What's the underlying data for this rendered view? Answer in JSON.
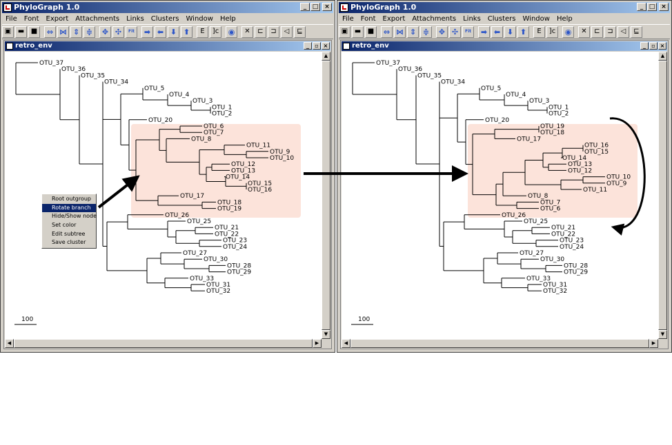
{
  "app_title": "PhyloGraph 1.0",
  "menus": [
    "File",
    "Font",
    "Export",
    "Attachments",
    "Links",
    "Clusters",
    "Window",
    "Help"
  ],
  "toolbar_icons": [
    "new-icon",
    "open-icon",
    "save-icon",
    "expand-horizontal-icon",
    "compress-horizontal-icon",
    "expand-vertical-icon",
    "compress-vertical-icon",
    "move-icon",
    "collapse-icon",
    "fit-icon",
    "arrow-right-icon",
    "arrow-left-icon",
    "arrow-down-icon",
    "arrow-up-icon",
    "edit-icon",
    "bracket-icon",
    "globe-icon",
    "cut-icon",
    "tree-right-icon",
    "tree-flag-icon",
    "triangle-left-icon",
    "tree-left-icon"
  ],
  "toolbar_fit_label": "Fit",
  "subwindow_title": "retro_env",
  "scale_label": "100",
  "highlight_color": "#fce3da",
  "context_menu": {
    "items": [
      "Root outgroup",
      "Rotate branch",
      "Hide/Show node",
      "Set color",
      "Edit subtree",
      "Save cluster"
    ],
    "selected": "Rotate branch"
  },
  "left_tree": {
    "labels": [
      "OTU_37",
      "OTU_36",
      "OTU_35",
      "OTU_34",
      "OTU_5",
      "OTU_4",
      "OTU_3",
      "OTU_1",
      "OTU_2",
      "OTU_20",
      "OTU_6",
      "OTU_7",
      "OTU_8",
      "OTU_11",
      "OTU_9",
      "OTU_10",
      "OTU_12",
      "OTU_13",
      "OTU_14",
      "OTU_15",
      "OTU_16",
      "OTU_17",
      "OTU_18",
      "OTU_19",
      "OTU_26",
      "OTU_25",
      "OTU_21",
      "OTU_22",
      "OTU_23",
      "OTU_24",
      "OTU_27",
      "OTU_30",
      "OTU_28",
      "OTU_29",
      "OTU_33",
      "OTU_31",
      "OTU_32"
    ]
  },
  "right_tree": {
    "labels": [
      "OTU_37",
      "OTU_36",
      "OTU_35",
      "OTU_34",
      "OTU_5",
      "OTU_4",
      "OTU_3",
      "OTU_1",
      "OTU_2",
      "OTU_20",
      "OTU_19",
      "OTU_18",
      "OTU_17",
      "OTU_16",
      "OTU_15",
      "OTU_14",
      "OTU_13",
      "OTU_12",
      "OTU_10",
      "OTU_9",
      "OTU_11",
      "OTU_8",
      "OTU_7",
      "OTU_6",
      "OTU_26",
      "OTU_25",
      "OTU_21",
      "OTU_22",
      "OTU_23",
      "OTU_24",
      "OTU_27",
      "OTU_30",
      "OTU_28",
      "OTU_29",
      "OTU_33",
      "OTU_31",
      "OTU_32"
    ]
  }
}
